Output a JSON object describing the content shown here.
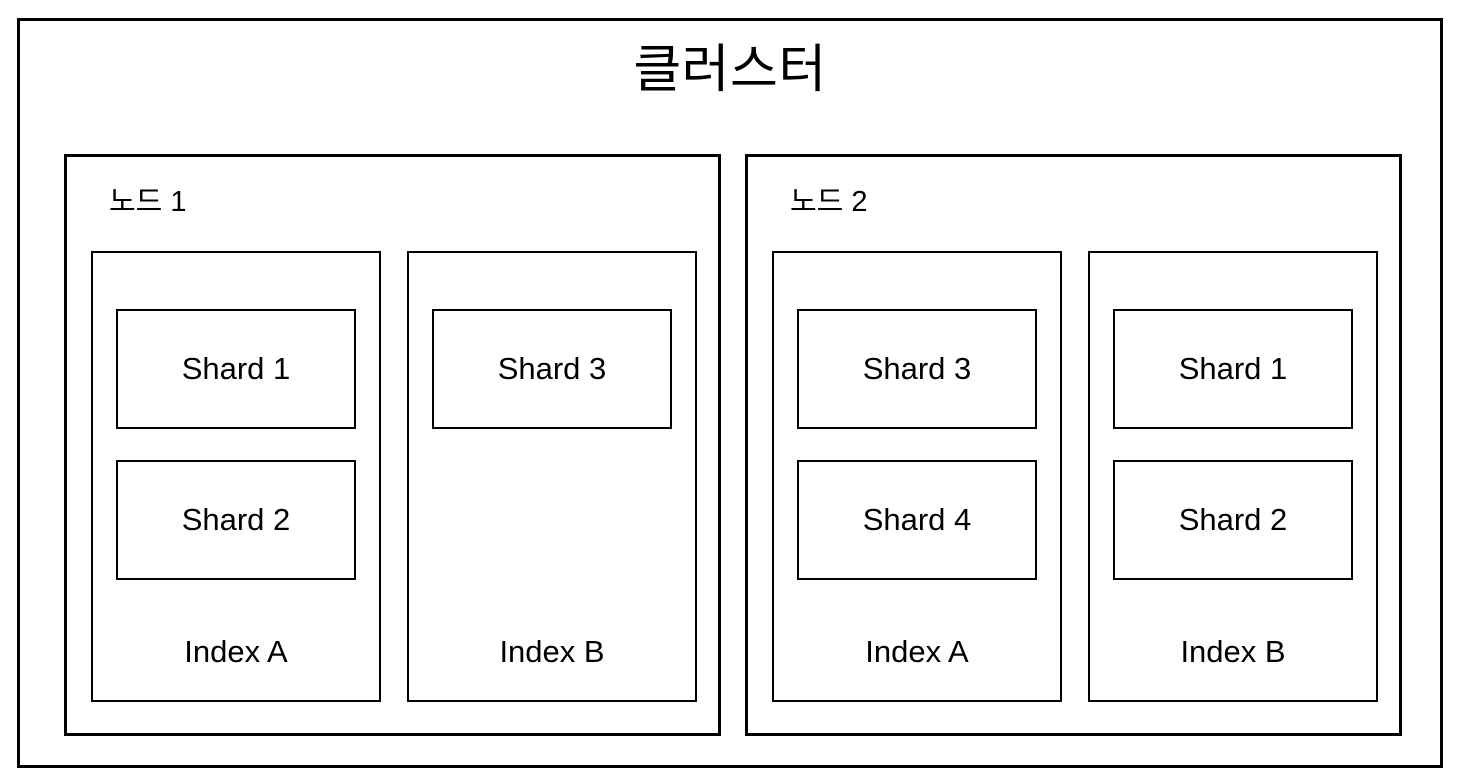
{
  "diagram": {
    "title": "클러스터",
    "colors": {
      "border": "#000000",
      "background": "#ffffff",
      "text": "#000000"
    },
    "nodes": [
      {
        "label": "노드 1",
        "indexes": [
          {
            "label": "Index A",
            "shards": [
              "Shard 1",
              "Shard 2"
            ]
          },
          {
            "label": "Index B",
            "shards": [
              "Shard 3"
            ]
          }
        ]
      },
      {
        "label": "노드 2",
        "indexes": [
          {
            "label": "Index A",
            "shards": [
              "Shard 3",
              "Shard 4"
            ]
          },
          {
            "label": "Index B",
            "shards": [
              "Shard 1",
              "Shard 2"
            ]
          }
        ]
      }
    ]
  }
}
